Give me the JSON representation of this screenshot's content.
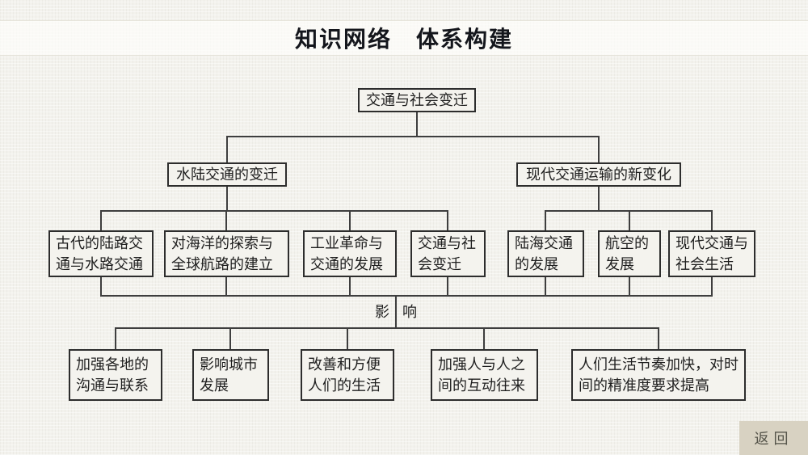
{
  "title": "知识网络　体系构建",
  "diagram": {
    "root": {
      "label": "交通与社会变迁"
    },
    "level2": [
      {
        "label": "水陆交通的变迁"
      },
      {
        "label": "现代交通运输的新变化"
      }
    ],
    "level3": [
      {
        "label": "古代的陆路交通与水路交通"
      },
      {
        "label": "对海洋的探索与全球航路的建立"
      },
      {
        "label": "工业革命与交通的发展"
      },
      {
        "label": "交通与社会变迁"
      },
      {
        "label": "陆海交通的发展"
      },
      {
        "label": "航空的发展"
      },
      {
        "label": "现代交通与社会生活"
      }
    ],
    "influence": {
      "left": "影",
      "right": "响"
    },
    "effects": [
      {
        "label": "加强各地的沟通与联系"
      },
      {
        "label": "影响城市发展"
      },
      {
        "label": "改善和方便人们的生活"
      },
      {
        "label": "加强人与人之间的互动往来"
      },
      {
        "label": "人们生活节奏加快，对时间的精准度要求提高"
      }
    ]
  },
  "back_button": {
    "label": "返回"
  },
  "colors": {
    "page_bg": "#f3f2ed",
    "title_text": "#14161c",
    "box_border": "#2d2d2d",
    "connector": "#3e3e3e",
    "back_bg": "#d8d2c2",
    "back_text": "#55544a"
  }
}
